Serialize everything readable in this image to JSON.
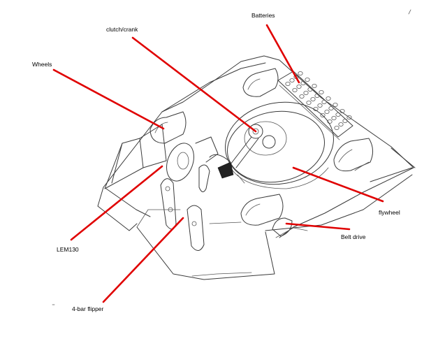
{
  "labels": {
    "batteries": "Batteries",
    "clutch_crank": "clutch/crank",
    "wheels": "Wheels",
    "flywheel": "flywheel",
    "belt_drive": "Belt drive",
    "lem130": "LEM130",
    "four_bar_flipper": "4-bar flipper"
  },
  "colors": {
    "leader": "#e00000",
    "sketch": "#3a3a3a",
    "background": "#ffffff"
  }
}
